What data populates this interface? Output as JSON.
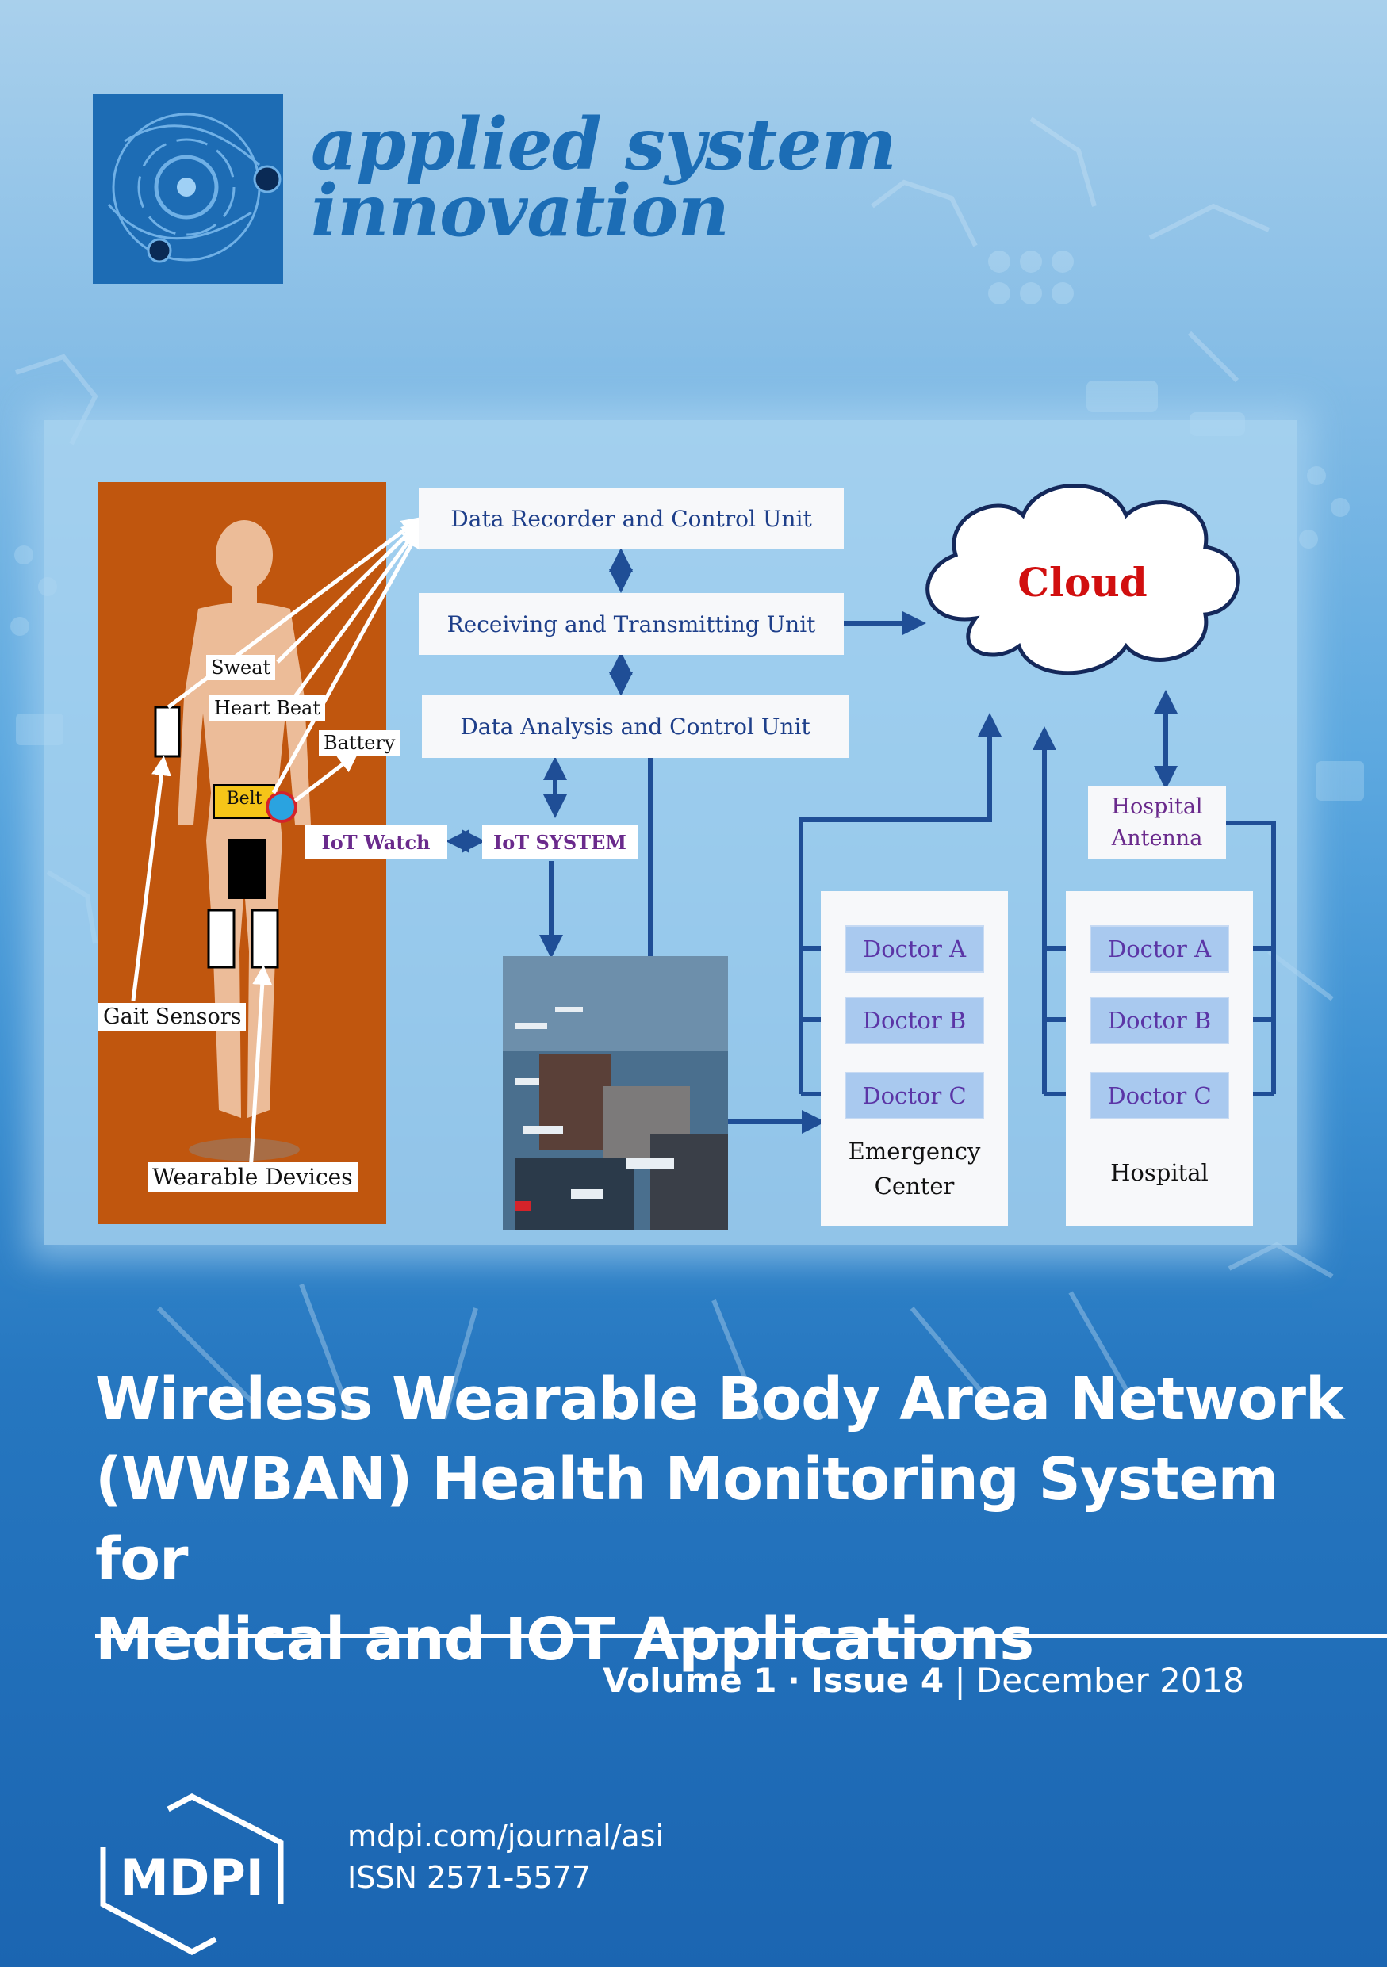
{
  "journal": {
    "name_line1": "applied system",
    "name_line2": "innovation"
  },
  "figure": {
    "sensor_labels": {
      "sweat": "Sweat",
      "heart_beat": "Heart Beat",
      "battery": "Battery",
      "belt": "Belt",
      "gait_sensors": "Gait Sensors",
      "wearable_devices": "Wearable Devices"
    },
    "units": {
      "data_recorder": "Data Recorder and Control Unit",
      "receiving": "Receiving and Transmitting Unit",
      "data_analysis": "Data Analysis and Control Unit"
    },
    "iot_watch": "IoT Watch",
    "iot_system": "IoT SYSTEM",
    "cloud": "Cloud",
    "hospital_antenna_line1": "Hospital",
    "hospital_antenna_line2": "Antenna",
    "emergency_center": {
      "doctors": [
        "Doctor A",
        "Doctor B",
        "Doctor C"
      ],
      "label_line1": "Emergency",
      "label_line2": "Center"
    },
    "hospital": {
      "doctors": [
        "Doctor A",
        "Doctor B",
        "Doctor C"
      ],
      "label": "Hospital"
    }
  },
  "article": {
    "title_line1": "Wireless Wearable Body Area Network",
    "title_line2": "(WWBAN) Health Monitoring System for",
    "title_line3": "Medical and IOT Applications"
  },
  "issue": {
    "volume": "Volume 1",
    "separator": "·",
    "issue": "Issue 4",
    "divider": "|",
    "date": "December 2018"
  },
  "publisher": {
    "logo_text": "MDPI",
    "url": "mdpi.com/journal/asi",
    "issn": "ISSN 2571-5577"
  },
  "colors": {
    "brand_blue": "#1c6db5",
    "arrow_blue": "#1f4e96",
    "orange_panel": "#c0560e",
    "cloud_text": "#d10f0f",
    "doctor_text": "#5b35a6"
  }
}
